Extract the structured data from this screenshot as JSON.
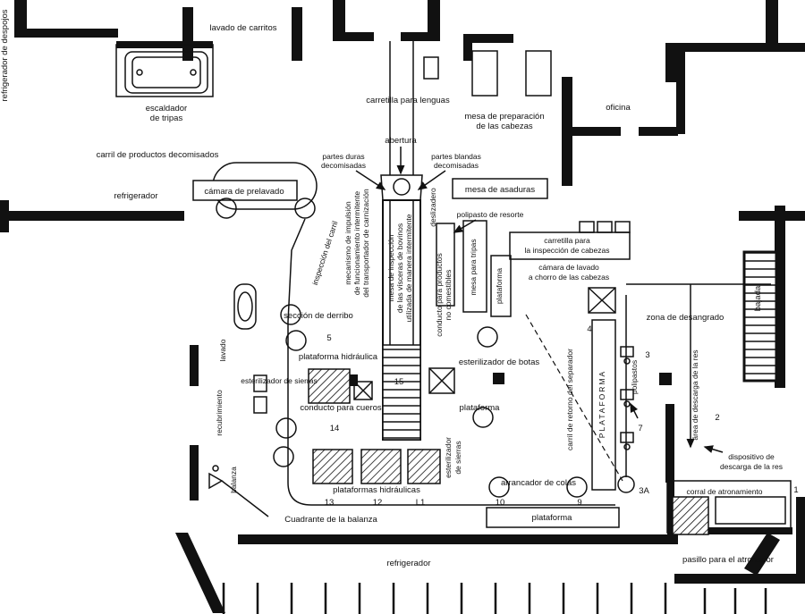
{
  "labels": {
    "refrigerador_despojos": "refrigerador de despojos",
    "lavado_carritos": "lavado de carritos",
    "escaldador": [
      "escaldador",
      "de tripas"
    ],
    "carretilla_lenguas": "carretilla para lenguas",
    "mesa_preparacion": [
      "mesa de preparación",
      "de las cabezas"
    ],
    "oficina": "oficina",
    "carril_decomisados": "carril de productos decomisados",
    "abertura": "abertura",
    "partes_duras": [
      "partes duras",
      "decomisadas"
    ],
    "partes_blandas": [
      "partes blandas",
      "decomisadas"
    ],
    "camara_prelavado": "cámara de prelavado",
    "refrigerador_izq": "refrigerador",
    "mesa_asaduras": "mesa de asaduras",
    "deslizadero": "deslizadero",
    "polipasto_resorte": "polipasto de resorte",
    "carretilla_inspeccion": [
      "carretilla para",
      "la inspección de cabezas"
    ],
    "camara_lavado_chorro": [
      "cámara de lavado",
      "a chorro de las cabezas"
    ],
    "inspeccion_carril": "inspección del carril",
    "mecanismo": [
      "mecanismo de impulsión",
      "de funcionamiento intermitente",
      "del transportador de carnización"
    ],
    "mesa_inspeccion": [
      "mesa de inspección",
      "de las vísceras de bovinos",
      "utilizada de manera intermitente"
    ],
    "conducto_no_comestibles": [
      "conducto para productos",
      "no comestibles"
    ],
    "mesa_tripas": "mesa para tripas",
    "plataforma_v1": "plataforma",
    "seccion_derribo": "sección de derribo",
    "zona_desangrado": "zona de desangrado",
    "bajada": "bajada",
    "plataforma_hidraulica": "plataforma hidráulica",
    "esterilizador_botas": "esterilizador de botas",
    "esterilizador_sierras_1": "esterilizador de sierras",
    "lavado": "lavado",
    "recubrimiento": "recubrimiento",
    "conducto_cueros": "conducto para cueros",
    "plataforma_2": "plataforma",
    "carril_retorno": "carril de retorno del separador",
    "plataforma_mayus": "PLATAFORMA",
    "polipastos": "polipastos",
    "area_descarga": "área de descarga de la res",
    "esterilizador_sierras_2": [
      "esterilizador",
      "de sierras"
    ],
    "balanza": "balanza",
    "plataformas_hidraulicas": "plataformas hidráulicas",
    "arrancador_colas": "arrancador de colas",
    "dispositivo_descarga": [
      "dispositivo de",
      "descarga de la res"
    ],
    "corral_atronamiento": "corral de atronamiento",
    "cuadrante_balanza": "Cuadrante de la balanza",
    "plataforma_3": "plataforma",
    "refrigerador_abajo": "refrigerador",
    "pasillo_atronador": "pasillo para el atronador"
  },
  "numbers": {
    "n5": "5",
    "n15": "15",
    "n14": "14",
    "n13": "13",
    "n12": "12",
    "nL1": "L1",
    "n10": "10",
    "n9": "9",
    "n3A": "3A",
    "n7": "7",
    "n3": "3",
    "n4": "4",
    "n2": "2",
    "n1": "1"
  },
  "colors": {
    "ink": "#111111",
    "paper": "#ffffff"
  }
}
